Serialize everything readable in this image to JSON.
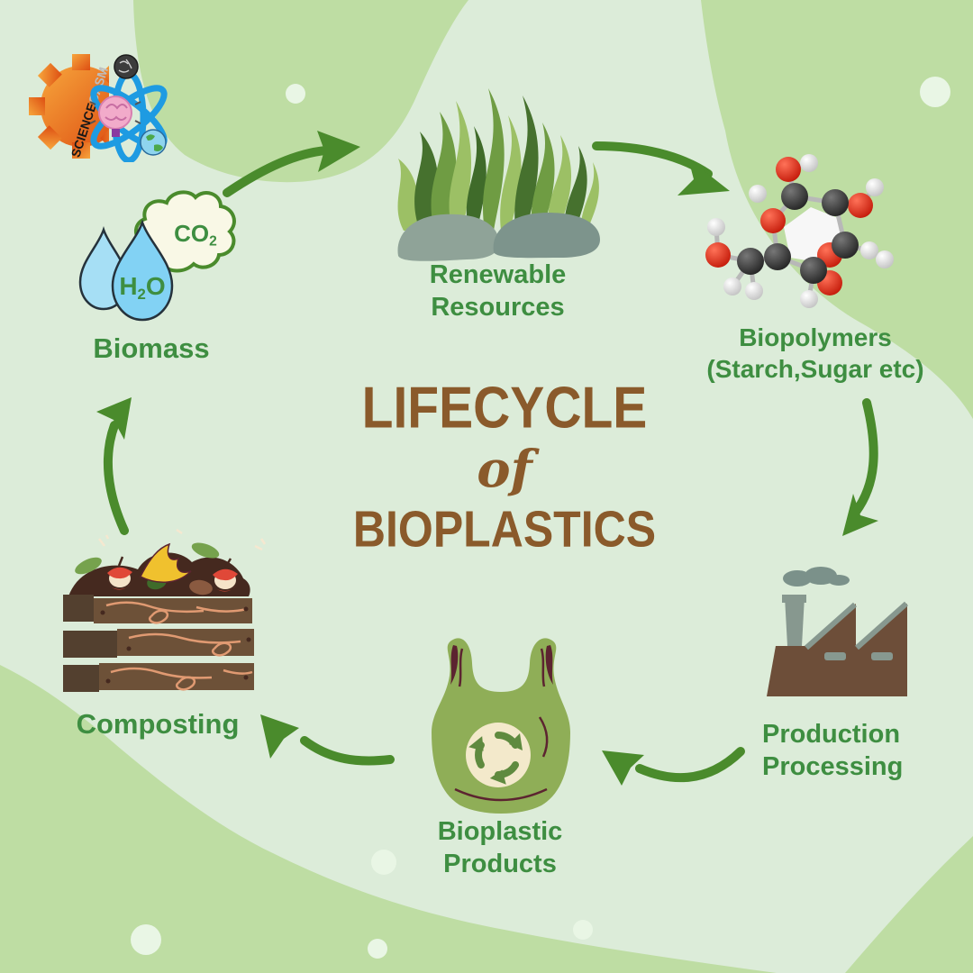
{
  "palette": {
    "bg_light": "#dcecd9",
    "bg_dark": "#bedda3",
    "dot": "#e9f6e5",
    "label_green": "#3e8e41",
    "arrow_green": "#4a8b2c",
    "title_brown": "#8a5a2b"
  },
  "logo": {
    "science": "SCIENCE",
    "gasm": "GASM"
  },
  "title": {
    "line1": "LIFECYCLE",
    "line2": "of",
    "line3": "BIOPLASTICS"
  },
  "nodes": {
    "renewable": {
      "line1": "Renewable",
      "line2": "Resources"
    },
    "biopolymers": {
      "line1": "Biopolymers",
      "line2": "(Starch,Sugar etc)"
    },
    "production": {
      "line1": "Production",
      "line2": "Processing"
    },
    "bioplastic": {
      "line1": "Bioplastic",
      "line2": "Products"
    },
    "composting": {
      "label": "Composting"
    },
    "biomass": {
      "label": "Biomass",
      "h2o": {
        "base": "H",
        "sub": "2",
        "tail": "O"
      },
      "co2": {
        "base": "CO",
        "sub": "2"
      }
    }
  }
}
